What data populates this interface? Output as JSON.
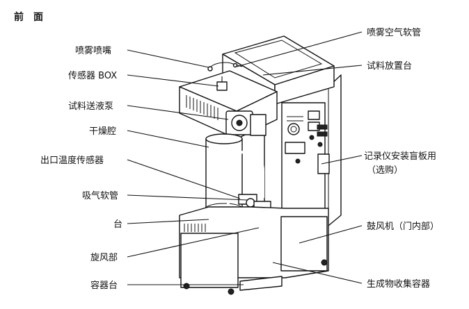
{
  "title": "前　面",
  "labels": {
    "spray_nozzle": "喷雾喷嘴",
    "sensor_box": "传感器 BOX",
    "pump": "试料送液泵",
    "drying_chamber": "干燥腔",
    "outlet_sensor": "出口温度传感器",
    "suction_hose": "吸气软管",
    "stand": "台",
    "cyclone": "旋风部",
    "container_stand": "容器台",
    "air_hose": "喷雾空气软管",
    "sample_table": "试料放置台",
    "recorder_plate_line1": "记录仪安装盲板用",
    "recorder_plate_line2": "（选购）",
    "blower": "鼓风机（门内部）",
    "collector": "生成物收集容器"
  }
}
